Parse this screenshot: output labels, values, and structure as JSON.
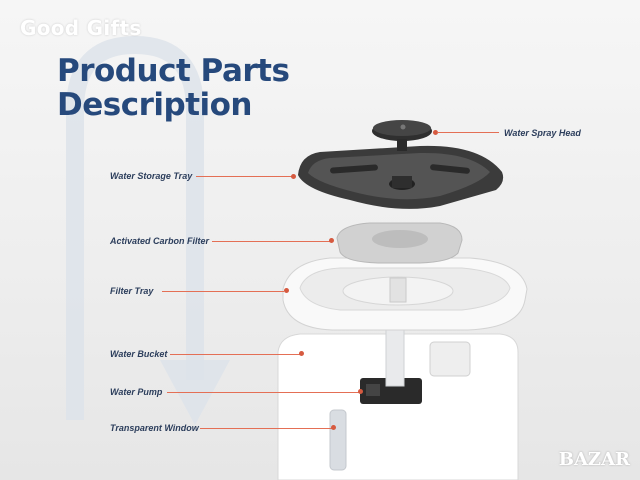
{
  "watermark": "Good Gifts",
  "title": {
    "line1": "Product Parts",
    "line2": "Description"
  },
  "labels": {
    "spray_head": "Water Spray Head",
    "storage_tray": "Water Storage Tray",
    "carbon_filter": "Activated Carbon Filter",
    "filter_tray": "Filter Tray",
    "bucket": "Water Bucket",
    "pump": "Water Pump",
    "window": "Transparent Window"
  },
  "logo": "BAZAR",
  "colors": {
    "title": "#26497c",
    "leader": "#e46f55",
    "label": "#2c3e5c"
  }
}
